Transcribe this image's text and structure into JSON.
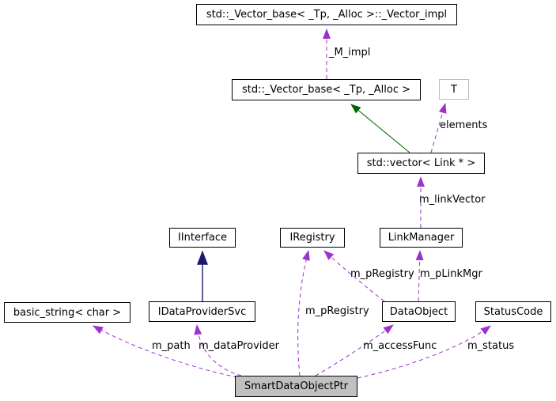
{
  "diagram": {
    "type": "collaboration-graph",
    "focus_node": "SmartDataObjectPtr",
    "nodes": {
      "vector_impl": {
        "label": "std::_Vector_base< _Tp, _Alloc >::_Vector_impl"
      },
      "vector_base": {
        "label": "std::_Vector_base< _Tp, _Alloc >"
      },
      "t": {
        "label": "T"
      },
      "vector_link": {
        "label": "std::vector< Link * >"
      },
      "linkmanager": {
        "label": "LinkManager"
      },
      "iregistry": {
        "label": "IRegistry"
      },
      "iinterface": {
        "label": "IInterface"
      },
      "idataprovidersvc": {
        "label": "IDataProviderSvc"
      },
      "basic_string": {
        "label": "basic_string< char >"
      },
      "dataobject": {
        "label": "DataObject"
      },
      "statuscode": {
        "label": "StatusCode"
      },
      "smartdataobjectptr": {
        "label": "SmartDataObjectPtr"
      }
    },
    "edges": {
      "m_impl": {
        "label": "_M_impl",
        "from": "vector_base",
        "to": "vector_impl",
        "style": "usage"
      },
      "elements": {
        "label": "elements",
        "from": "vector_link",
        "to": "t",
        "style": "usage"
      },
      "vector_inherit": {
        "label": "",
        "from": "vector_link",
        "to": "vector_base",
        "style": "template-inheritance"
      },
      "m_linkVector": {
        "label": "m_linkVector",
        "from": "linkmanager",
        "to": "vector_link",
        "style": "usage"
      },
      "m_pLinkMgr": {
        "label": "m_pLinkMgr",
        "from": "dataobject",
        "to": "linkmanager",
        "style": "usage"
      },
      "m_pRegistry_data": {
        "label": "m_pRegistry",
        "from": "dataobject",
        "to": "iregistry",
        "style": "usage"
      },
      "m_pRegistry_smart": {
        "label": "m_pRegistry",
        "from": "smartdataobjectptr",
        "to": "iregistry",
        "style": "usage"
      },
      "provider_inherit": {
        "label": "",
        "from": "idataprovidersvc",
        "to": "iinterface",
        "style": "inheritance"
      },
      "m_path": {
        "label": "m_path",
        "from": "smartdataobjectptr",
        "to": "basic_string",
        "style": "usage"
      },
      "m_dataProvider": {
        "label": "m_dataProvider",
        "from": "smartdataobjectptr",
        "to": "idataprovidersvc",
        "style": "usage"
      },
      "m_accessFunc": {
        "label": "m_accessFunc",
        "from": "smartdataobjectptr",
        "to": "dataobject",
        "style": "usage"
      },
      "m_status": {
        "label": "m_status",
        "from": "smartdataobjectptr",
        "to": "statuscode",
        "style": "usage"
      }
    },
    "colors": {
      "usage_edge": "#9a32cd",
      "inheritance_edge": "#191970",
      "template_inheritance_edge": "#006400",
      "node_border": "#000000",
      "template_node_border": "#bebebe",
      "focus_node_fill": "#c0c0c0",
      "background": "#ffffff"
    }
  }
}
